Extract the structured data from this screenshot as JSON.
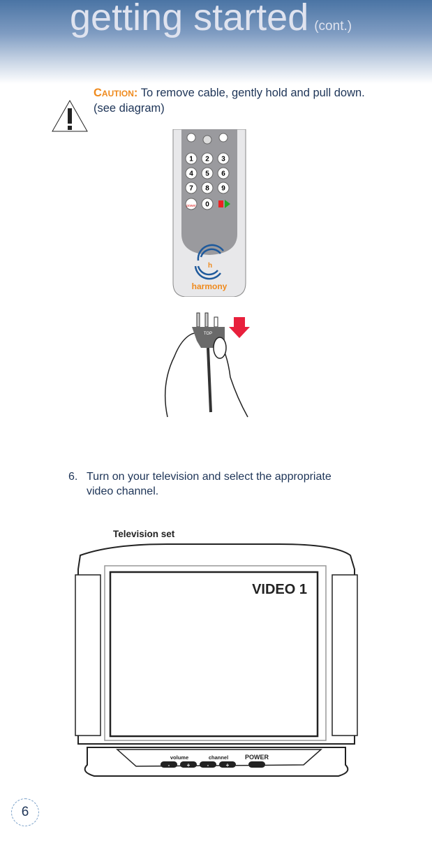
{
  "header": {
    "title": "getting started",
    "title_suffix": "(cont.)"
  },
  "caution": {
    "label": "Caution:",
    "text": "To remove cable, gently hold and pull down.",
    "text2": "(see diagram)",
    "icon": "warning-triangle-icon"
  },
  "remote": {
    "keys": [
      "1",
      "2",
      "3",
      "4",
      "5",
      "6",
      "7",
      "8",
      "9",
      "0"
    ],
    "power_label": "power",
    "brand": "harmony",
    "registered": "®"
  },
  "cable": {
    "plug_label": "TOP",
    "arrow_color": "#e8203c"
  },
  "step": {
    "number": "6.",
    "line1": "Turn on your television and select the appropriate",
    "line2": "video channel."
  },
  "tv": {
    "label": "Television set",
    "screen_text": "VIDEO 1",
    "volume_label": "volume",
    "channel_label": "channel",
    "power_label": "POWER",
    "minus": "-",
    "plus": "+"
  },
  "page_number": "6"
}
